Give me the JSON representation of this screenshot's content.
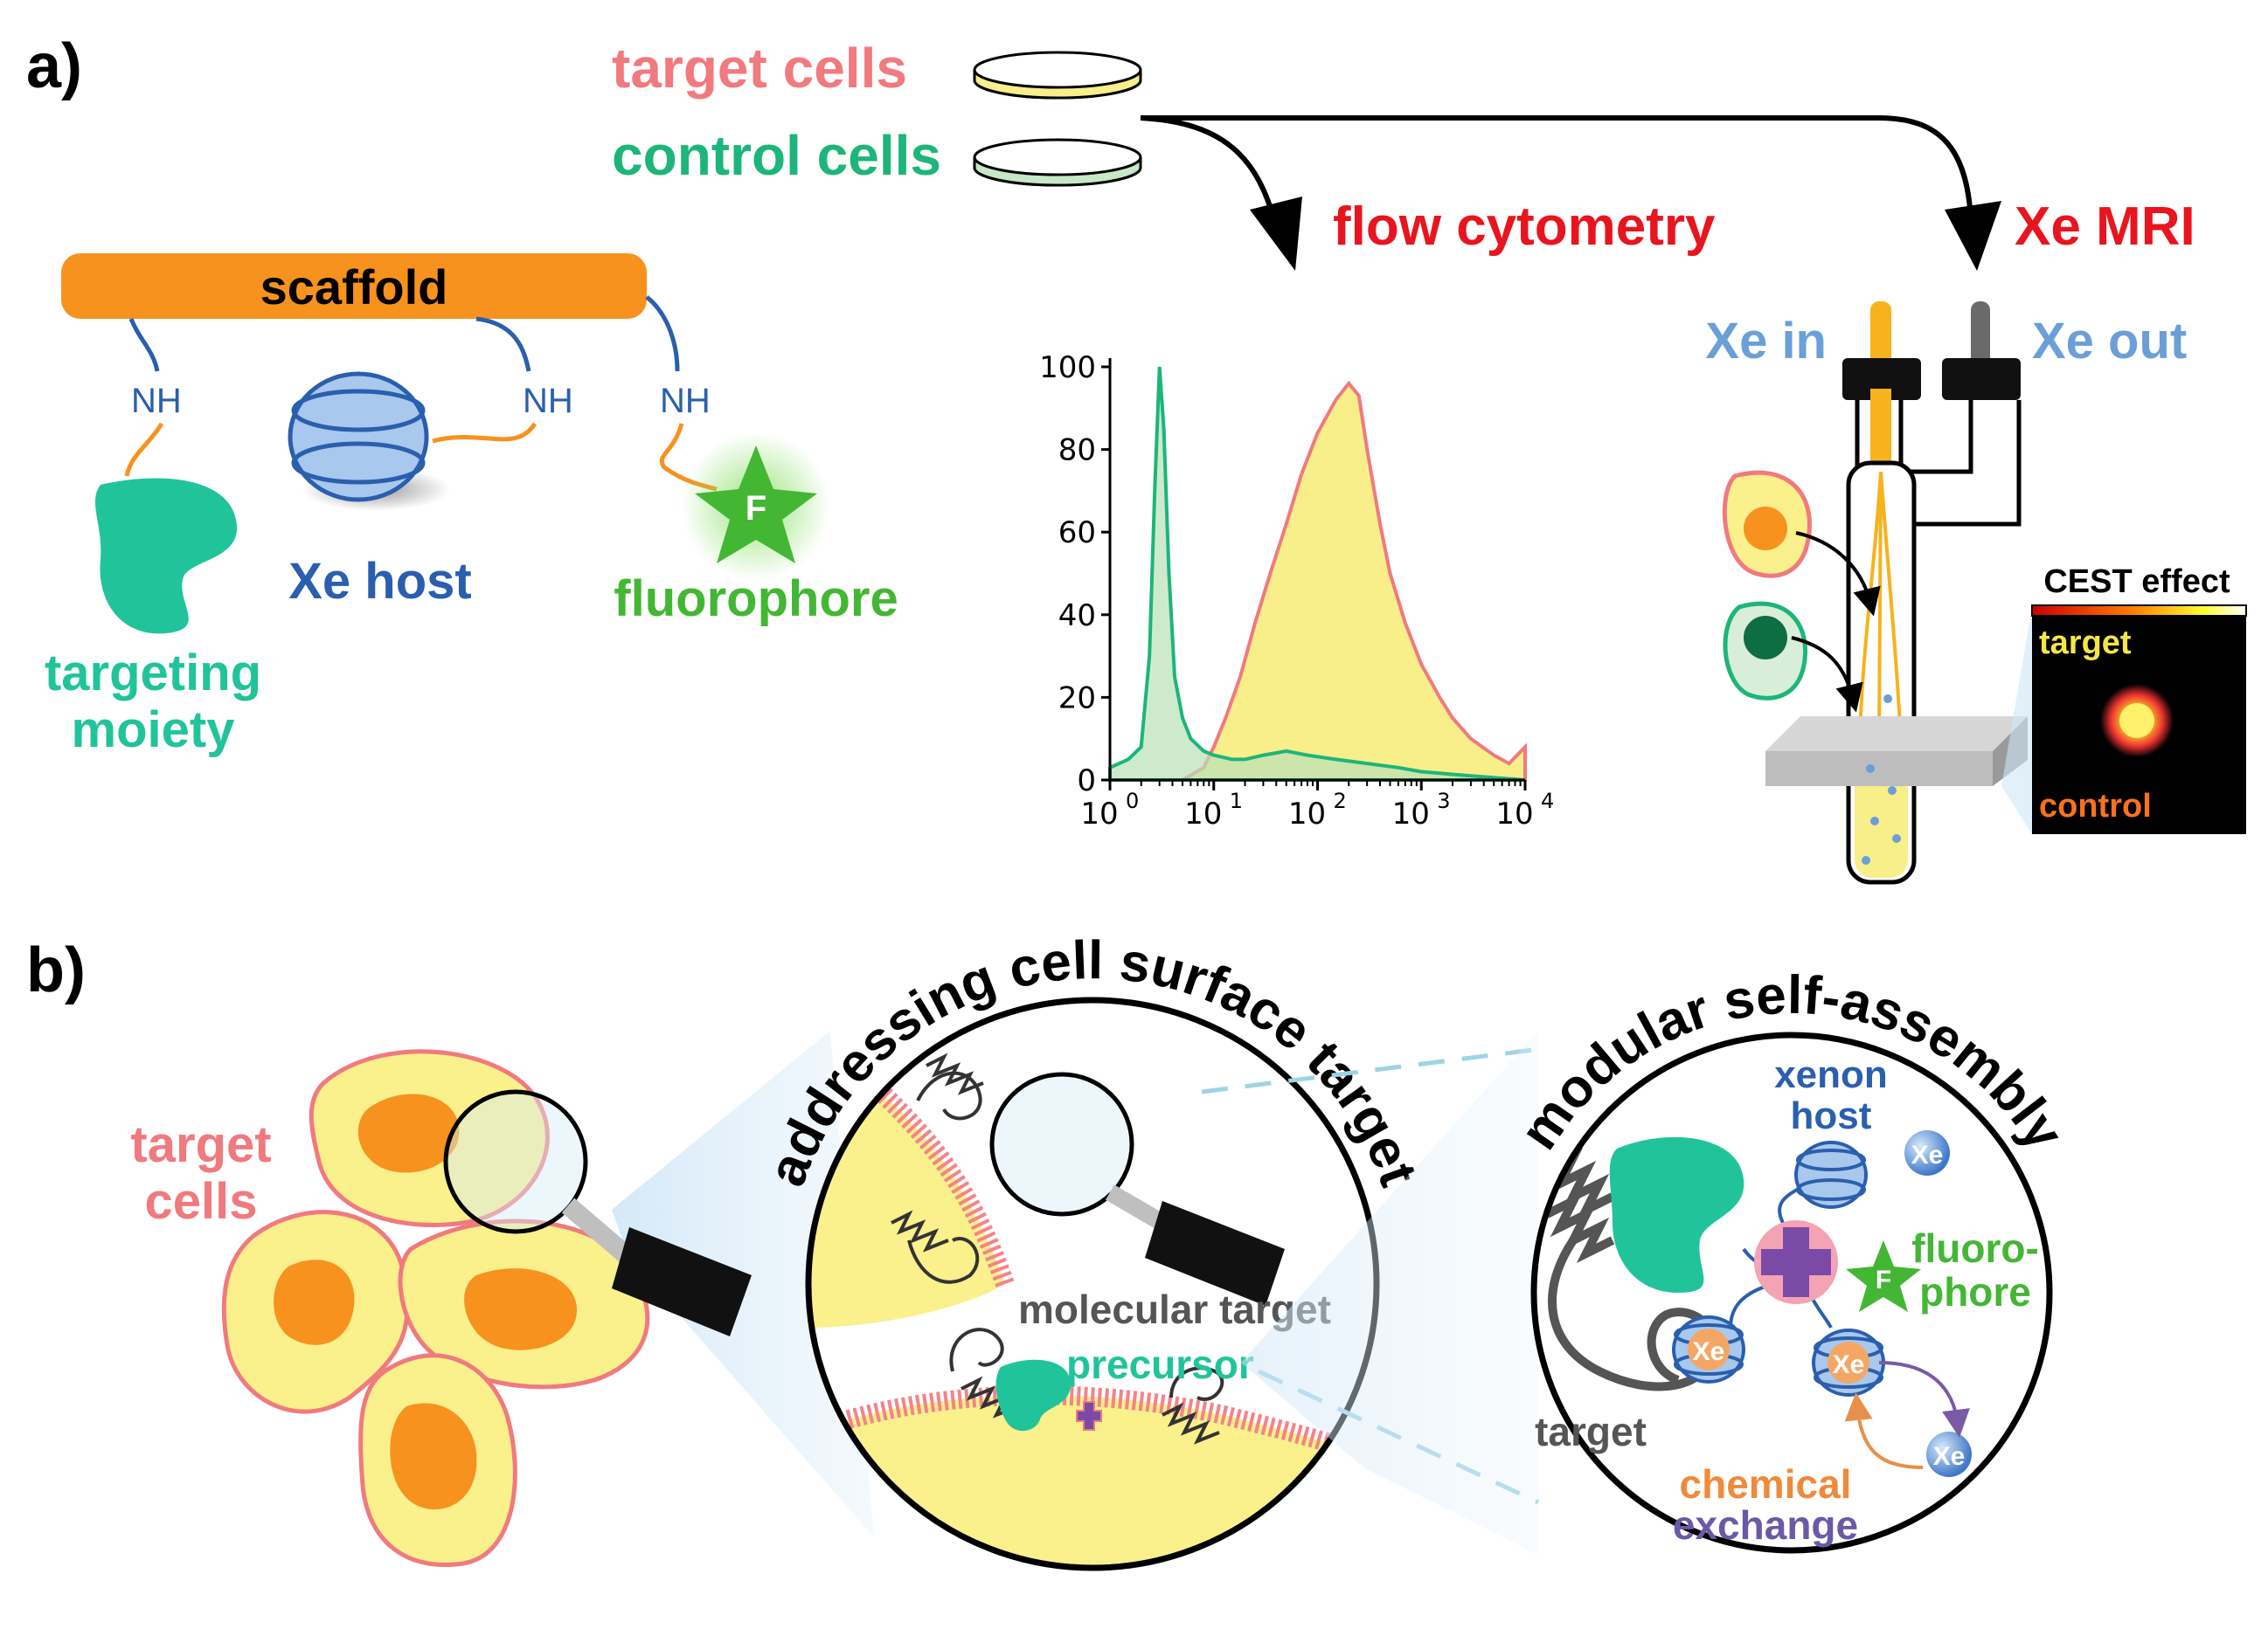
{
  "panel_a": {
    "panel_label": "a)",
    "target_cells_label": "target cells",
    "control_cells_label": "control cells",
    "flow_cytometry_label": "flow cytometry",
    "xe_mri_label": "Xe MRI",
    "scaffold_label": "scaffold",
    "nh_label": "NH",
    "xe_host_label": "Xe host",
    "fluorophore_label": "fluorophore",
    "fluorophore_glyph": "F",
    "targeting_line1": "targeting",
    "targeting_line2": "moiety",
    "xe_in_label": "Xe in",
    "xe_out_label": "Xe out",
    "cest_effect_label": "CEST effect",
    "cest_target_label": "target",
    "cest_control_label": "control"
  },
  "panel_b": {
    "panel_label": "b)",
    "target_cells_line1": "target",
    "target_cells_line2": "cells",
    "circle1_title": "addressing cell surface target",
    "circle2_title": "modular self-assembly",
    "molecular_target_label": "molecular target",
    "precursor_label": "precursor",
    "xenon_host_line1": "xenon",
    "xenon_host_line2": "host",
    "xe_glyph": "Xe",
    "fluoro_line1": "fluoro-",
    "fluoro_line2": "phore",
    "target_label": "target",
    "chemical_label": "chemical",
    "exchange_label": "exchange"
  },
  "colors": {
    "target_pink": "#f07a7e",
    "control_green": "#1db57a",
    "red_title": "#e8141e",
    "xe_blue": "#2a5fae",
    "light_blue": "#6a9fd8",
    "fluor_green": "#43b734",
    "scaffold_orange": "#f7921e",
    "teal": "#21c49a",
    "yellow_fill": "#faf08c",
    "orange_nucleus": "#f7921e"
  },
  "chart_data": {
    "type": "area",
    "title": "",
    "xlabel": "",
    "ylabel": "",
    "x_scale": "log",
    "xlim": [
      1,
      10000
    ],
    "ylim": [
      0,
      100
    ],
    "x_tick_labels": [
      "10",
      "10",
      "10",
      "10",
      "10"
    ],
    "x_tick_exponents": [
      "0",
      "1",
      "2",
      "3",
      "4"
    ],
    "y_tick_labels": [
      "0",
      "20",
      "40",
      "60",
      "80",
      "100"
    ],
    "series": [
      {
        "name": "control cells",
        "color": "#1db57a",
        "fill": "#b9e1b8",
        "points": [
          [
            1,
            3
          ],
          [
            1.5,
            5
          ],
          [
            2,
            8
          ],
          [
            2.4,
            30
          ],
          [
            2.7,
            70
          ],
          [
            3,
            100
          ],
          [
            3.3,
            85
          ],
          [
            3.7,
            50
          ],
          [
            4.2,
            25
          ],
          [
            5,
            15
          ],
          [
            6,
            10
          ],
          [
            8,
            7
          ],
          [
            10,
            6
          ],
          [
            15,
            5
          ],
          [
            20,
            5
          ],
          [
            30,
            6
          ],
          [
            50,
            7
          ],
          [
            80,
            6
          ],
          [
            150,
            5
          ],
          [
            300,
            4
          ],
          [
            600,
            3
          ],
          [
            1000,
            2
          ],
          [
            3000,
            1
          ],
          [
            10000,
            0
          ]
        ]
      },
      {
        "name": "target cells",
        "color": "#f07a7e",
        "fill": "#f8ee8a",
        "points": [
          [
            1,
            0
          ],
          [
            5,
            0
          ],
          [
            8,
            3
          ],
          [
            10,
            8
          ],
          [
            13,
            15
          ],
          [
            18,
            25
          ],
          [
            25,
            38
          ],
          [
            35,
            50
          ],
          [
            50,
            62
          ],
          [
            70,
            74
          ],
          [
            100,
            84
          ],
          [
            150,
            92
          ],
          [
            200,
            96
          ],
          [
            250,
            93
          ],
          [
            300,
            80
          ],
          [
            400,
            62
          ],
          [
            500,
            50
          ],
          [
            700,
            38
          ],
          [
            1000,
            28
          ],
          [
            1500,
            20
          ],
          [
            2000,
            15
          ],
          [
            3000,
            10
          ],
          [
            5000,
            6
          ],
          [
            7000,
            4
          ],
          [
            10000,
            8
          ]
        ]
      }
    ]
  }
}
